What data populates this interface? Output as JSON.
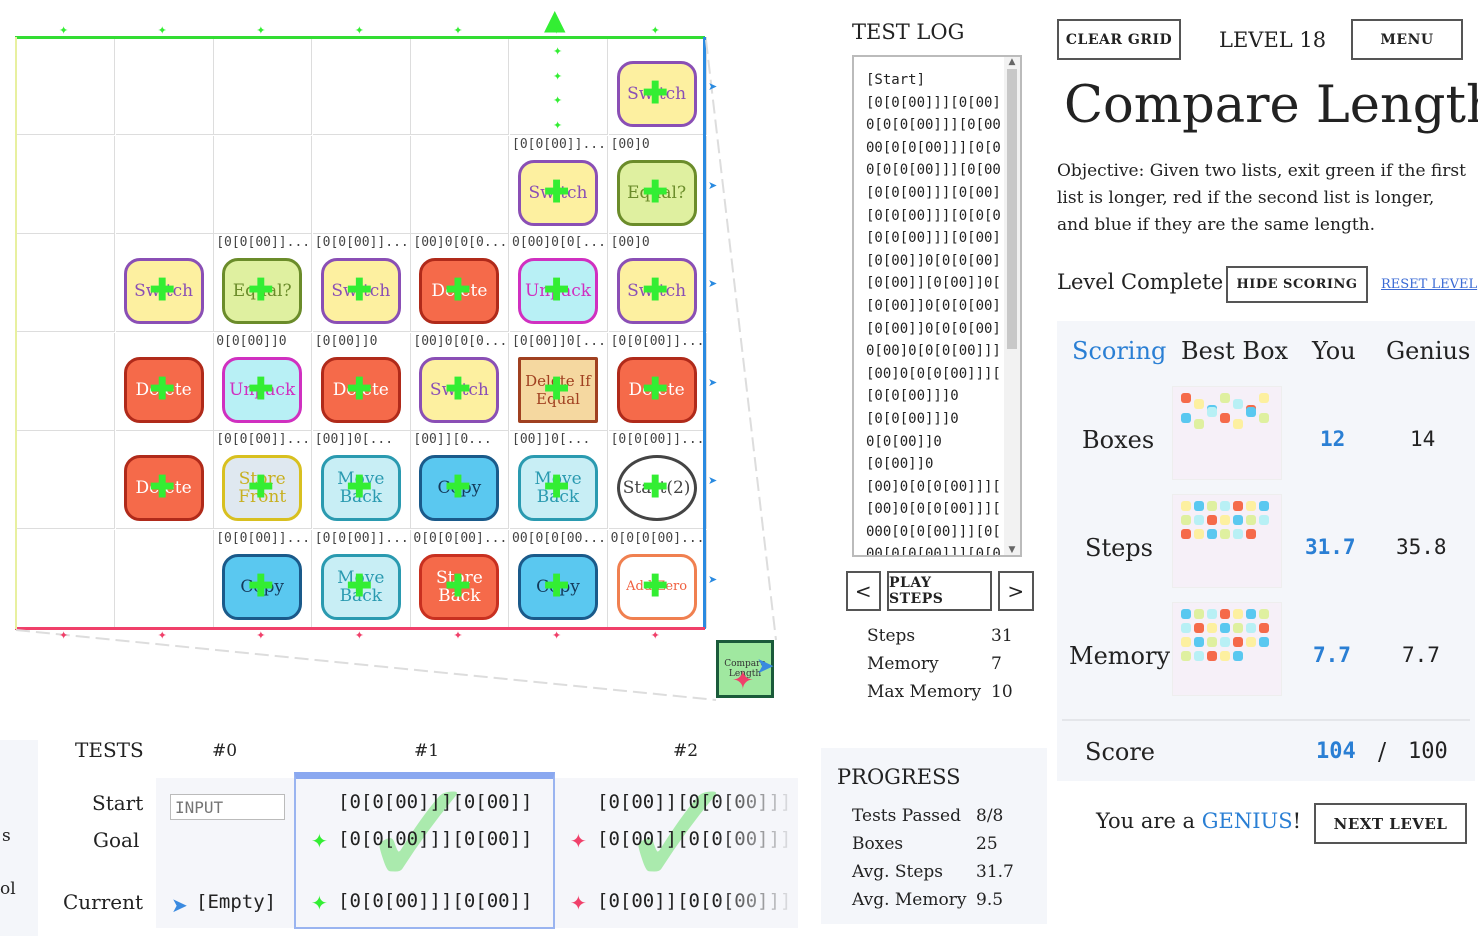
{
  "grid": {
    "rows": [
      [
        {
          "label": "",
          "box": null
        },
        {
          "label": "",
          "box": null
        },
        {
          "label": "",
          "box": null
        },
        {
          "label": "",
          "box": null
        },
        {
          "label": "",
          "box": null
        },
        {
          "label": "",
          "box": null
        },
        {
          "label": "",
          "box": {
            "text": "Switch",
            "kind": "switch"
          }
        }
      ],
      [
        {
          "label": "",
          "box": null
        },
        {
          "label": "",
          "box": null
        },
        {
          "label": "",
          "box": null
        },
        {
          "label": "",
          "box": null
        },
        {
          "label": "",
          "box": null
        },
        {
          "label": "[0[0[00]]...",
          "box": {
            "text": "Switch",
            "kind": "switch"
          }
        },
        {
          "label": "[00]0",
          "box": {
            "text": "Equal?",
            "kind": "equal"
          }
        }
      ],
      [
        {
          "label": "",
          "box": null
        },
        {
          "label": "",
          "box": {
            "text": "Switch",
            "kind": "switch"
          }
        },
        {
          "label": "[0[0[00]]...",
          "box": {
            "text": "Equal?",
            "kind": "equal"
          }
        },
        {
          "label": "[0[0[00]]...",
          "box": {
            "text": "Switch",
            "kind": "switch"
          }
        },
        {
          "label": "[00]0[0[0...",
          "box": {
            "text": "Delete",
            "kind": "delete"
          }
        },
        {
          "label": "0[00]0[0[...",
          "box": {
            "text": "Unpack",
            "kind": "unpack"
          }
        },
        {
          "label": "[00]0",
          "box": {
            "text": "Switch",
            "kind": "switch"
          }
        }
      ],
      [
        {
          "label": "",
          "box": null
        },
        {
          "label": "",
          "box": {
            "text": "Delete",
            "kind": "delete"
          }
        },
        {
          "label": "0[0[00]]0",
          "box": {
            "text": "Unpack",
            "kind": "unpack"
          }
        },
        {
          "label": "[0[00]]0",
          "box": {
            "text": "Delete",
            "kind": "delete"
          }
        },
        {
          "label": "[00]0[0[0...",
          "box": {
            "text": "Switch",
            "kind": "switch"
          }
        },
        {
          "label": "[0[00]]0[...",
          "box": {
            "text": "Delete If Equal",
            "kind": "delif"
          }
        },
        {
          "label": "[0[0[00]]...",
          "box": {
            "text": "Delete",
            "kind": "delete"
          }
        }
      ],
      [
        {
          "label": "",
          "box": null
        },
        {
          "label": "",
          "box": {
            "text": "Delete",
            "kind": "delete"
          }
        },
        {
          "label": "[0[0[00]]...",
          "box": {
            "text": "Store Front",
            "kind": "store"
          }
        },
        {
          "label": "[00]]0[...",
          "box": {
            "text": "Move Back",
            "kind": "move"
          }
        },
        {
          "label": "[00]][0...",
          "box": {
            "text": "Copy",
            "kind": "copy"
          }
        },
        {
          "label": "[00]]0[...",
          "box": {
            "text": "Move Back",
            "kind": "move"
          }
        },
        {
          "label": "[0[0[00]]...",
          "box": {
            "text": "Start(2)",
            "kind": "start"
          }
        }
      ],
      [
        {
          "label": "",
          "box": null
        },
        {
          "label": "",
          "box": null
        },
        {
          "label": "[0[0[00]]...",
          "box": {
            "text": "Copy",
            "kind": "copy"
          }
        },
        {
          "label": "[0[0[00]]...",
          "box": {
            "text": "Move Back",
            "kind": "move"
          }
        },
        {
          "label": "0[0[0[00]...",
          "box": {
            "text": "Store Back",
            "kind": "storeback"
          }
        },
        {
          "label": "00[0[0[00...",
          "box": {
            "text": "Copy",
            "kind": "copy"
          }
        },
        {
          "label": "0[0[0[00]...",
          "box": {
            "text": "Add Zero",
            "kind": "addzero"
          }
        }
      ]
    ],
    "mini_box": "Compare Length"
  },
  "test_log": {
    "title": "TEST LOG",
    "lines": [
      "[Start]",
      "[0[0[00]]][0[00]",
      "0[0[0[00]]][0[00",
      "00[0[0[00]]][0[0",
      "0[0[0[00]]][0[00",
      "[0[0[00]]][0[00]",
      "[0[0[00]]][0[0[0",
      "[0[0[00]]][0[00]",
      "[0[00]]0[0[0[00]",
      "[0[00]][0[00]]0[",
      "[0[00]]0[0[0[00]",
      "[0[00]]0[0[0[00]",
      "0[00]0[0[0[00]]]",
      "[00]0[0[0[00]]][",
      "[0[0[00]]]0",
      "[0[0[00]]]0",
      "0[0[00]]0",
      "[0[00]]0",
      "[00]0[0[0[00]]][",
      "[00]0[0[0[00]]][",
      "000[0[0[00]]][0[",
      "00[0[0[00]]][0[0"
    ],
    "prev": "<",
    "play": "PLAY STEPS",
    "next": ">",
    "stats": [
      {
        "label": "Steps",
        "value": "31"
      },
      {
        "label": "Memory",
        "value": "7"
      },
      {
        "label": "Max Memory",
        "value": "10"
      }
    ]
  },
  "header": {
    "clear": "CLEAR GRID",
    "level": "LEVEL 18",
    "menu": "MENU",
    "title": "Compare Length",
    "objective": "Objective: Given two lists, exit green if the first list is longer, red if the second list is longer, and blue if they are the same length.",
    "complete": "Level Complete!",
    "hide_scoring": "HIDE SCORING",
    "reset": "RESET LEVEL"
  },
  "scoring": {
    "headers": [
      "Scoring",
      "Best Box",
      "You",
      "Genius"
    ],
    "rows": [
      {
        "label": "Boxes",
        "you": "12",
        "genius": "14"
      },
      {
        "label": "Steps",
        "you": "31.7",
        "genius": "35.8"
      },
      {
        "label": "Memory",
        "you": "7.7",
        "genius": "7.7"
      }
    ],
    "score_label": "Score",
    "score": "104",
    "slash": "/",
    "max": "100",
    "genius_text_pre": "You are a ",
    "genius_word": "GENIUS",
    "genius_text_post": "!",
    "next_level": "NEXT LEVEL"
  },
  "tests": {
    "title": "TESTS",
    "cols": [
      "#0",
      "#1",
      "#2"
    ],
    "row_labels": [
      "Start",
      "Goal",
      "Current"
    ],
    "input_placeholder": "INPUT",
    "current0": "[Empty]",
    "t1": {
      "start": "[0[0[00]]][0[00]]",
      "goal": "[0[0[00]]][0[00]]",
      "current": "[0[0[00]]][0[00]]"
    },
    "t2": {
      "start": "[0[00]][0[0[00]]]",
      "goal": "[0[00]][0[0[00]]]",
      "current": "[0[00]][0[0[00]]]"
    },
    "left_fragments": [
      "s",
      "ol"
    ]
  },
  "progress": {
    "title": "PROGRESS",
    "rows": [
      {
        "label": "Tests Passed",
        "value": "8/8"
      },
      {
        "label": "Boxes",
        "value": "25"
      },
      {
        "label": "Avg. Steps",
        "value": "31.7"
      },
      {
        "label": "Avg. Memory",
        "value": "9.5"
      }
    ]
  },
  "colors": {
    "accent_blue": "#2a7fd4",
    "green_exit": "#33dd33",
    "red_exit": "#f0406a"
  }
}
